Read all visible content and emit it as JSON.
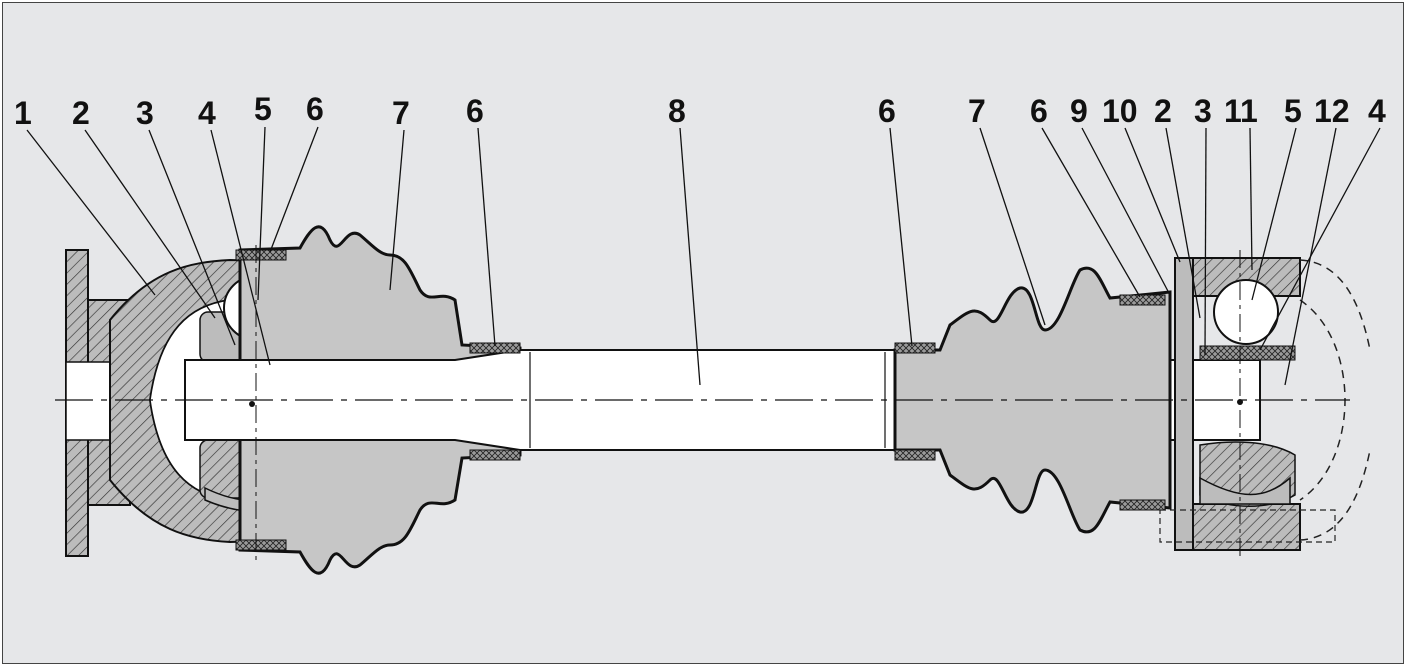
{
  "colors": {
    "background": "#e6e7e9",
    "metal": "#bcbcbc",
    "boot": "#c6c6c6",
    "shaft": "#ffffff",
    "line": "#111111"
  },
  "callouts": [
    {
      "id": "c1",
      "label": "1"
    },
    {
      "id": "c2",
      "label": "2"
    },
    {
      "id": "c3",
      "label": "3"
    },
    {
      "id": "c4",
      "label": "4"
    },
    {
      "id": "c5",
      "label": "5"
    },
    {
      "id": "c6",
      "label": "6"
    },
    {
      "id": "c7",
      "label": "7"
    },
    {
      "id": "c8",
      "label": "6"
    },
    {
      "id": "c9",
      "label": "8"
    },
    {
      "id": "c10",
      "label": "6"
    },
    {
      "id": "c11",
      "label": "7"
    },
    {
      "id": "c12",
      "label": "6"
    },
    {
      "id": "c13",
      "label": "9"
    },
    {
      "id": "c14",
      "label": "10"
    },
    {
      "id": "c15",
      "label": "2"
    },
    {
      "id": "c16",
      "label": "3"
    },
    {
      "id": "c17",
      "label": "11"
    },
    {
      "id": "c18",
      "label": "5"
    },
    {
      "id": "c19",
      "label": "12"
    },
    {
      "id": "c20",
      "label": "4"
    }
  ]
}
